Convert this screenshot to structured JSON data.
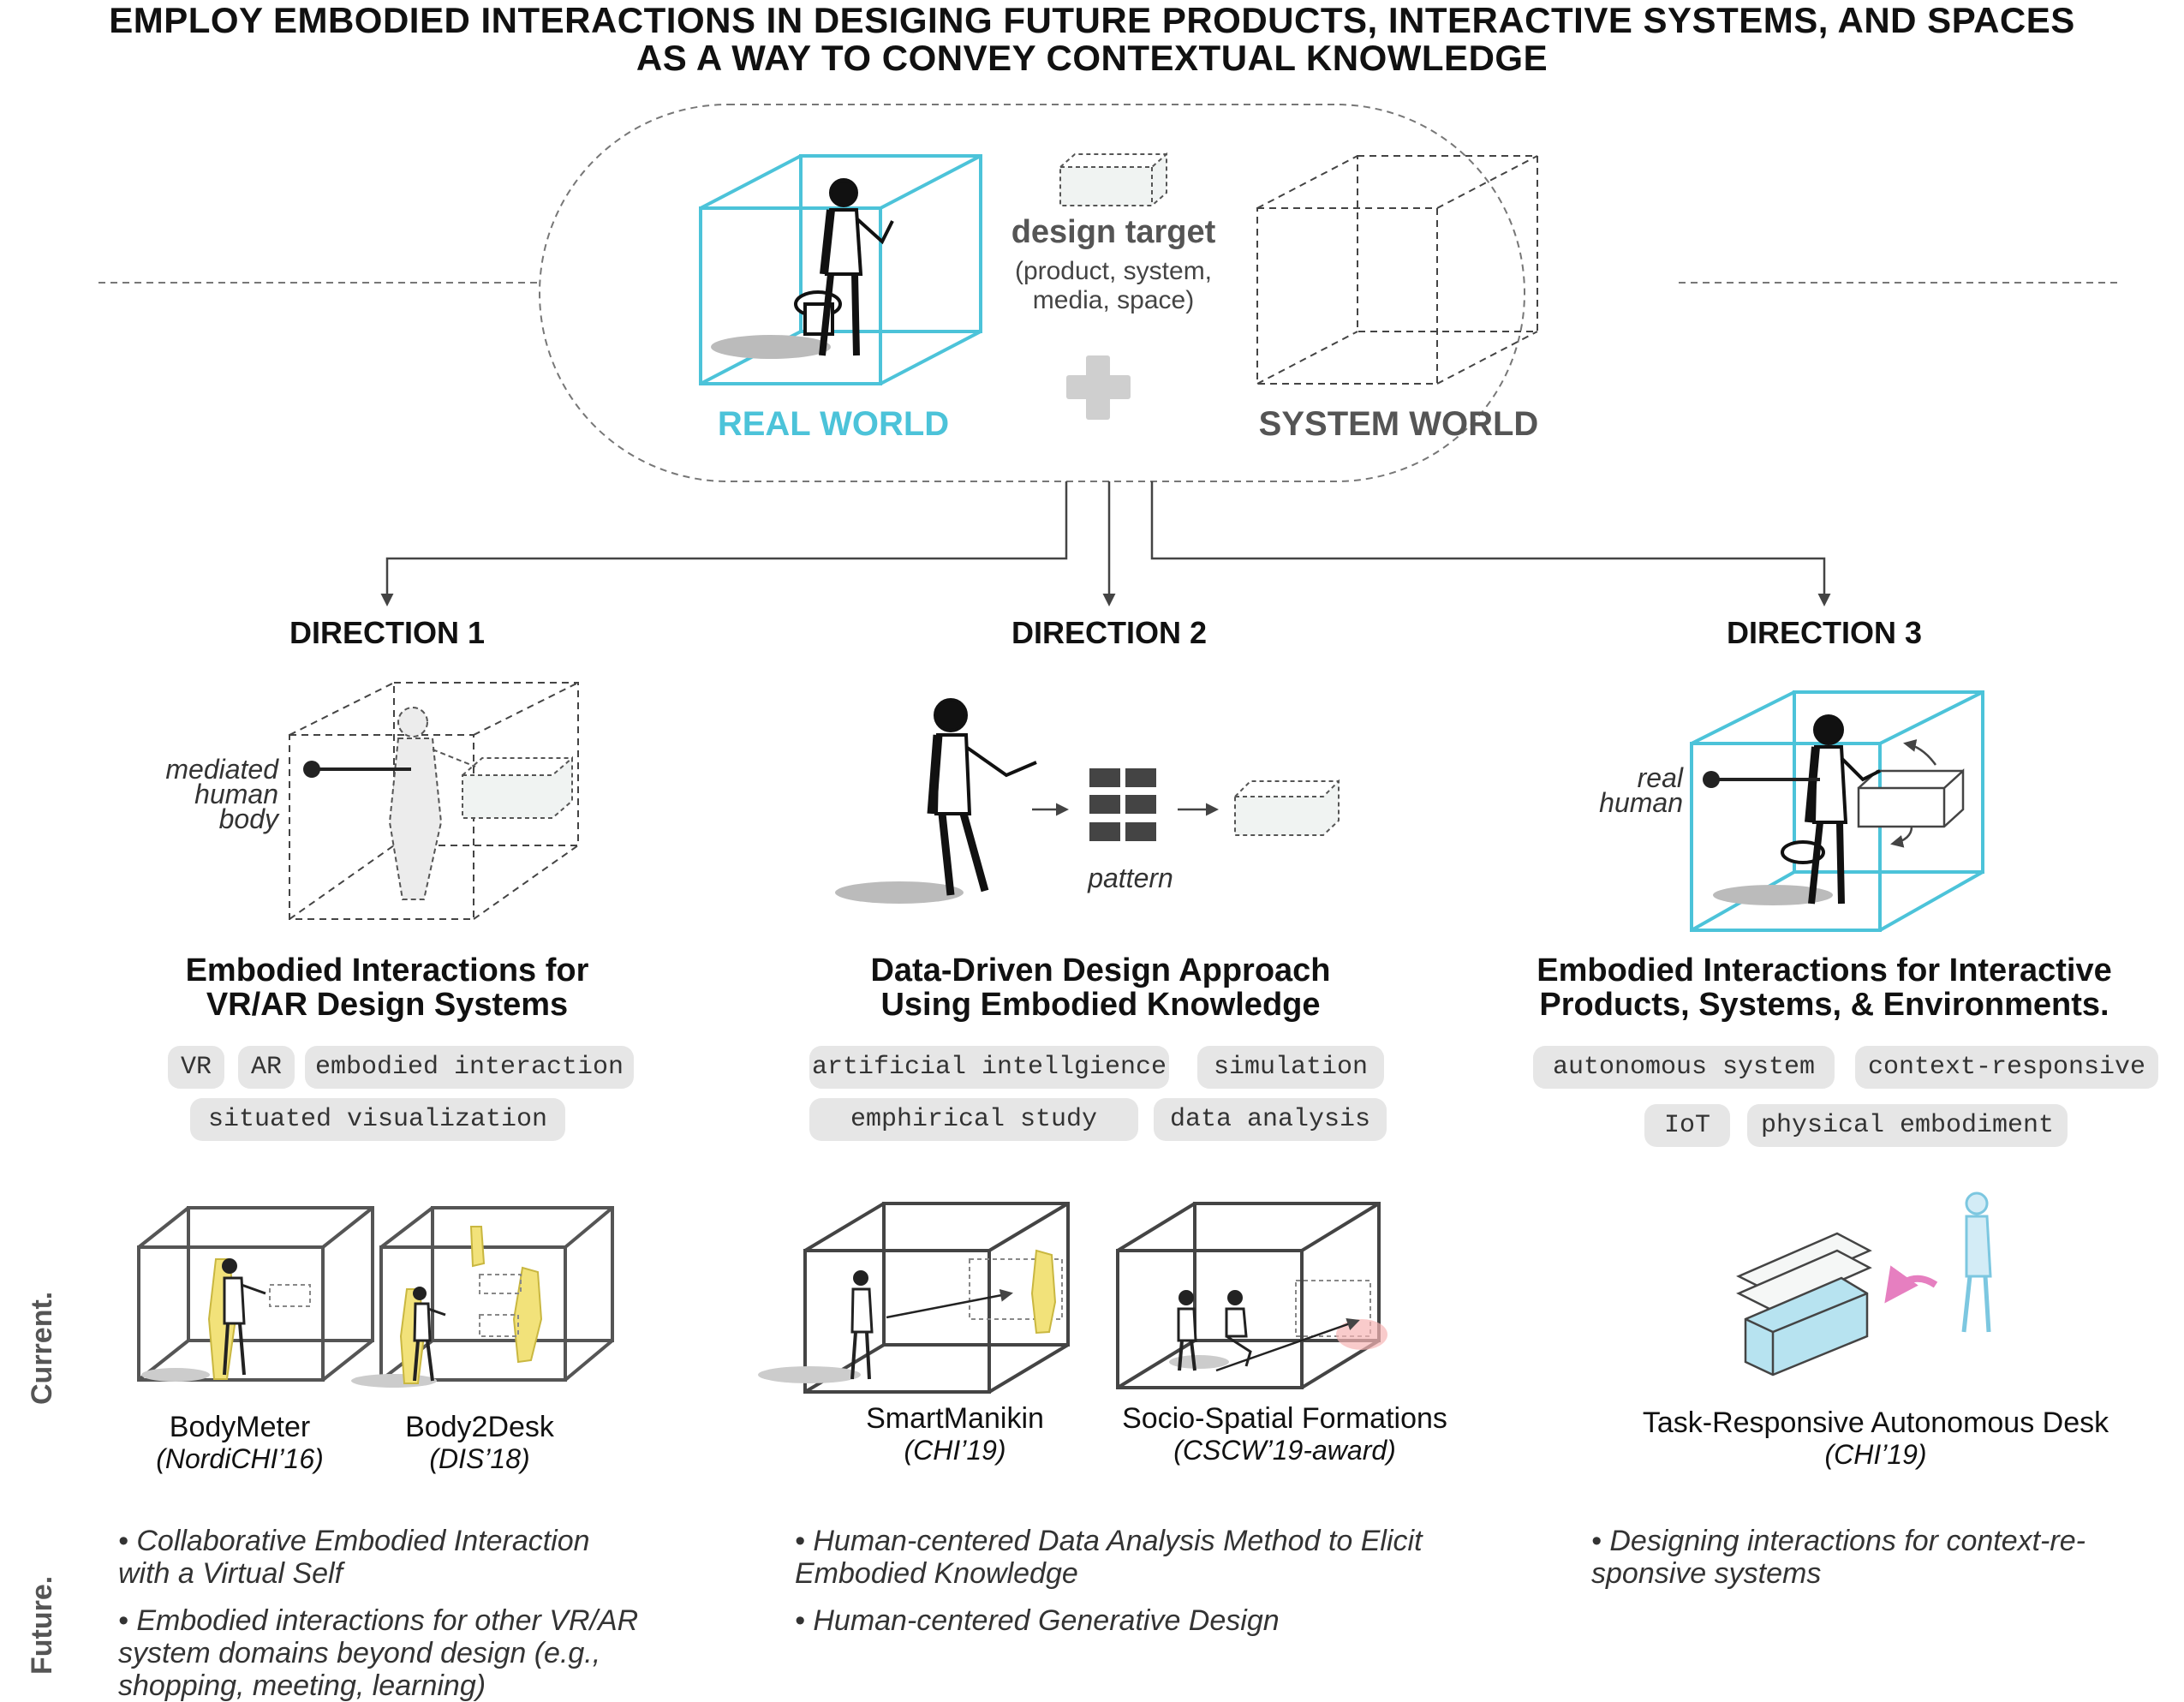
{
  "title": {
    "line1": "EMPLOY EMBODIED INTERACTIONS IN DESIGING FUTURE PRODUCTS, INTERACTIVE SYSTEMS, AND SPACES",
    "line2": "AS A WAY TO CONVEY CONTEXTUAL KNOWLEDGE"
  },
  "top": {
    "real_world": "REAL WORLD",
    "system_world": "SYSTEM WORLD",
    "design_target": "design target",
    "design_target_sub1": "(product, system,",
    "design_target_sub2": "media, space)"
  },
  "directions": [
    {
      "label": "DIRECTION 1",
      "annotation": [
        "mediated",
        "human",
        "body"
      ],
      "title1": "Embodied Interactions for",
      "title2": "VR/AR Design Systems",
      "tags": [
        "VR",
        "AR",
        "embodied interaction",
        "situated visualization"
      ],
      "cases": [
        {
          "name": "BodyMeter",
          "venue": "(NordiCHI’16)"
        },
        {
          "name": "Body2Desk",
          "venue": "(DIS’18)"
        }
      ],
      "future": [
        "• Collaborative Embodied Interaction",
        "with a Virtual Self",
        "• Embodied interactions for other VR/AR",
        "system domains beyond design (e.g.,",
        "shopping, meeting, learning)"
      ]
    },
    {
      "label": "DIRECTION 2",
      "annotation": [
        "pattern"
      ],
      "title1": "Data-Driven Design Approach",
      "title2": "Using Embodied Knowledge",
      "tags": [
        "artificial intellgience",
        "simulation",
        "emphirical study",
        "data analysis"
      ],
      "cases": [
        {
          "name": "SmartManikin",
          "venue": "(CHI’19)"
        },
        {
          "name": "Socio-Spatial Formations",
          "venue": "(CSCW’19-award)"
        }
      ],
      "future": [
        "• Human-centered Data Analysis Method to Elicit",
        "Embodied Knowledge",
        "• Human-centered Generative Design"
      ]
    },
    {
      "label": "DIRECTION 3",
      "annotation": [
        "real",
        "human"
      ],
      "title1": "Embodied Interactions for Interactive",
      "title2": "Products, Systems, & Environments.",
      "tags": [
        "autonomous system",
        "context-responsive",
        "IoT",
        "physical embodiment"
      ],
      "cases": [
        {
          "name": "Task-Responsive Autonomous Desk",
          "venue": "(CHI’19)"
        }
      ],
      "future": [
        "• Designing interactions for context-re-",
        "sponsive systems"
      ]
    }
  ],
  "side_labels": {
    "current": "Current.",
    "future": "Future."
  },
  "colors": {
    "accent": "#4cc3d9",
    "dark": "#222222",
    "gray": "#555555",
    "tag_bg": "#e6e6e6",
    "highlight": "#f2e27a"
  }
}
